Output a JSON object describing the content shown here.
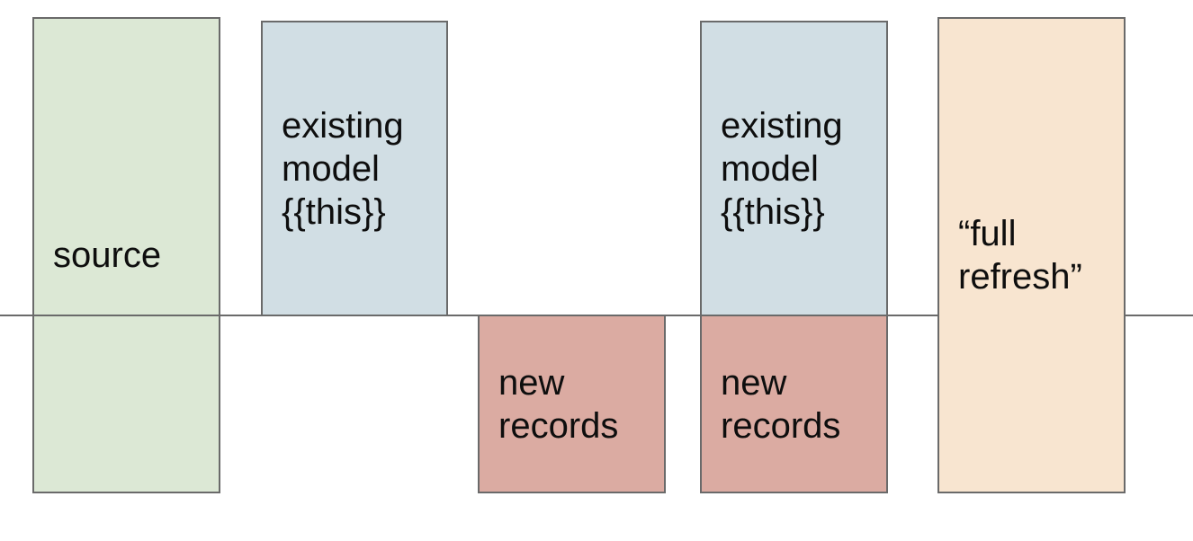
{
  "diagram": {
    "description": "Incremental model diagram: boxes above and below a horizontal baseline",
    "baseline_color": "#6a6a6a",
    "border_color": "#6a6a6a",
    "text_color": "#0e0e0e",
    "boxes": [
      {
        "id": "source",
        "label": "source",
        "fill": "#dce8d5",
        "border": "#6a6a6a",
        "position": "spans-line"
      },
      {
        "id": "existing-model-1",
        "label": "existing\nmodel\n{{this}}",
        "fill": "#d1dee4",
        "border": "#6a6a6a",
        "position": "above-line"
      },
      {
        "id": "new-records-1",
        "label": "new\nrecords",
        "fill": "#dbaba2",
        "border": "#6a6a6a",
        "position": "below-line"
      },
      {
        "id": "existing-model-2",
        "label": "existing\nmodel\n{{this}}",
        "fill": "#d1dee4",
        "border": "#6a6a6a",
        "position": "above-line"
      },
      {
        "id": "new-records-2",
        "label": "new\nrecords",
        "fill": "#dbaba2",
        "border": "#6a6a6a",
        "position": "below-line"
      },
      {
        "id": "full-refresh",
        "label": "“full\nrefresh”",
        "fill": "#f8e5d0",
        "border": "#6a6a6a",
        "position": "spans-line"
      }
    ]
  }
}
